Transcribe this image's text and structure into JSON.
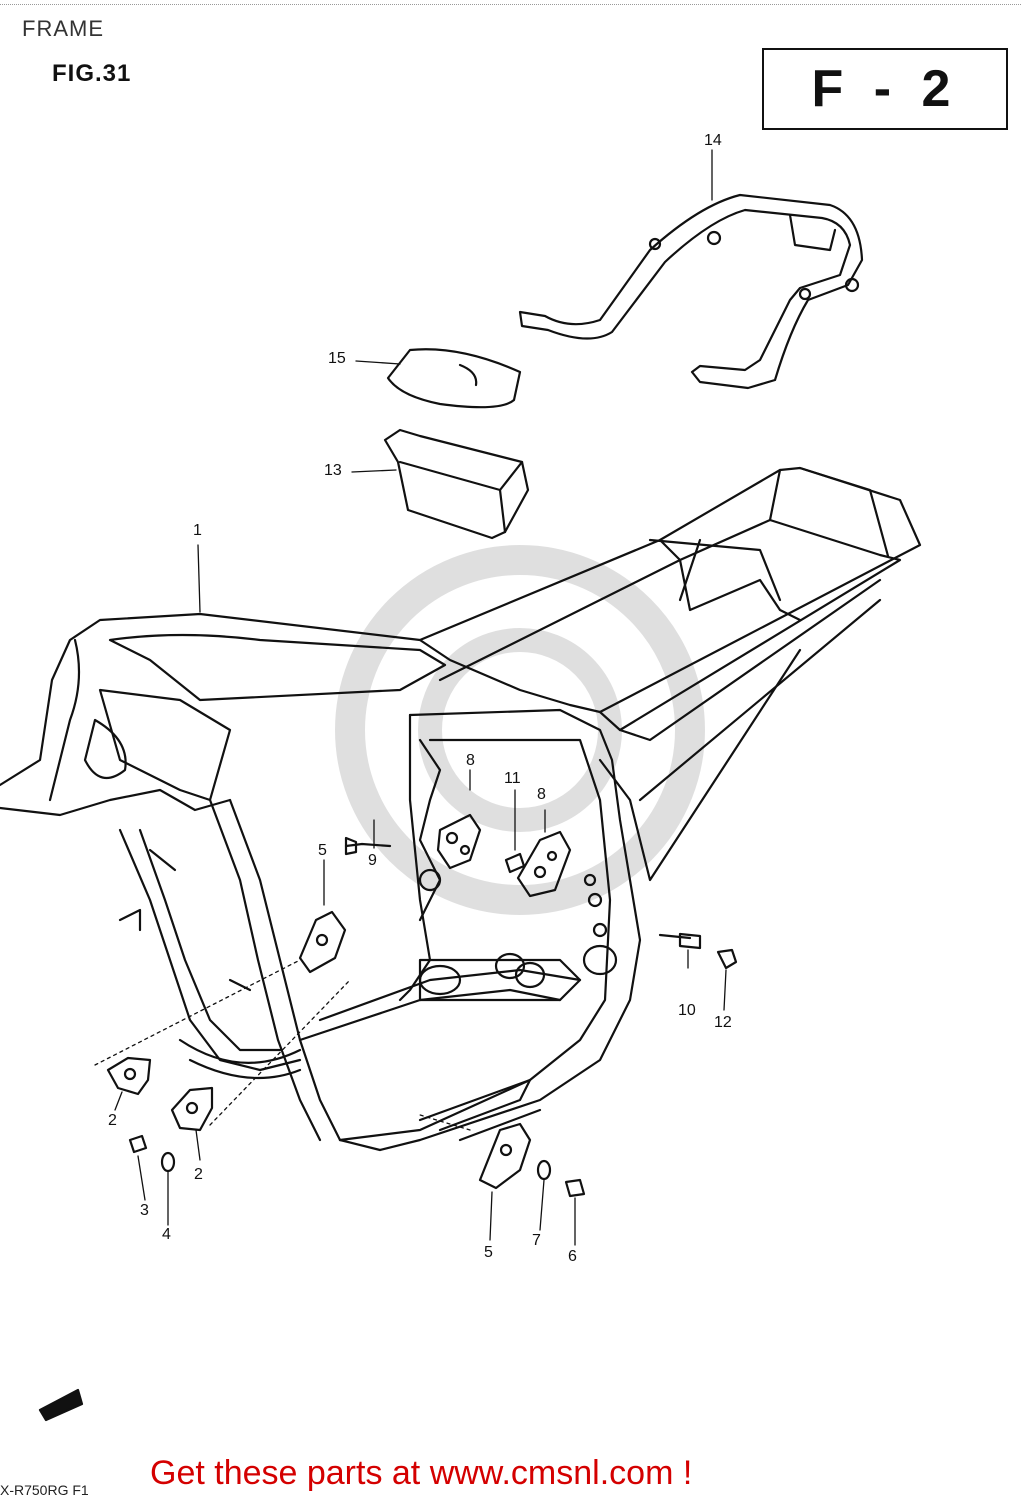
{
  "page": {
    "title": "FRAME",
    "figure": "FIG.31",
    "section_code": "F - 2"
  },
  "callouts": [
    {
      "id": "c1",
      "label": "1"
    },
    {
      "id": "c2a",
      "label": "2"
    },
    {
      "id": "c2b",
      "label": "2"
    },
    {
      "id": "c3",
      "label": "3"
    },
    {
      "id": "c4",
      "label": "4"
    },
    {
      "id": "c5a",
      "label": "5"
    },
    {
      "id": "c5b",
      "label": "5"
    },
    {
      "id": "c6",
      "label": "6"
    },
    {
      "id": "c7",
      "label": "7"
    },
    {
      "id": "c8a",
      "label": "8"
    },
    {
      "id": "c8b",
      "label": "8"
    },
    {
      "id": "c9",
      "label": "9"
    },
    {
      "id": "c10",
      "label": "10"
    },
    {
      "id": "c11",
      "label": "11"
    },
    {
      "id": "c12",
      "label": "12"
    },
    {
      "id": "c13",
      "label": "13"
    },
    {
      "id": "c14",
      "label": "14"
    },
    {
      "id": "c15",
      "label": "15"
    }
  ],
  "footer": {
    "model_code": "X-R750RG F1",
    "link_text": "Get these parts at www.cmsnl.com !",
    "link_color": "#d40000"
  }
}
